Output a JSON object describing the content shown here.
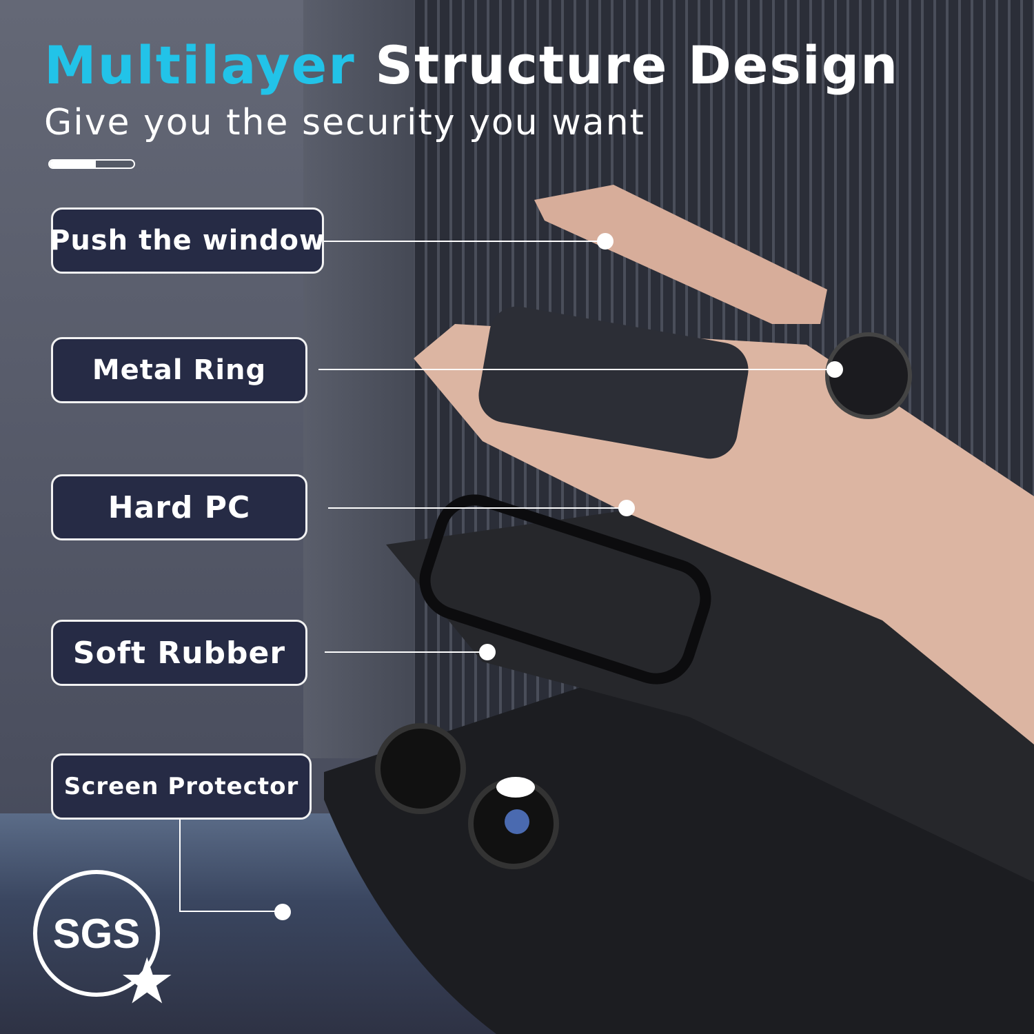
{
  "header": {
    "title_accent": "Multilayer",
    "title_rest": "Structure Design",
    "subtitle": "Give you the security you want",
    "progress_fraction": 0.55
  },
  "layers": [
    {
      "label": "Push the window"
    },
    {
      "label": "Metal Ring"
    },
    {
      "label": "Hard PC"
    },
    {
      "label": "Soft Rubber"
    },
    {
      "label": "Screen Protector"
    }
  ],
  "badge": {
    "text": "SGS",
    "icon": "star-icon"
  },
  "colors": {
    "accent": "#22c3e8",
    "label_bg": "#262b45",
    "rose_gold": "#dcb5a2",
    "case_black": "#1f2024"
  }
}
